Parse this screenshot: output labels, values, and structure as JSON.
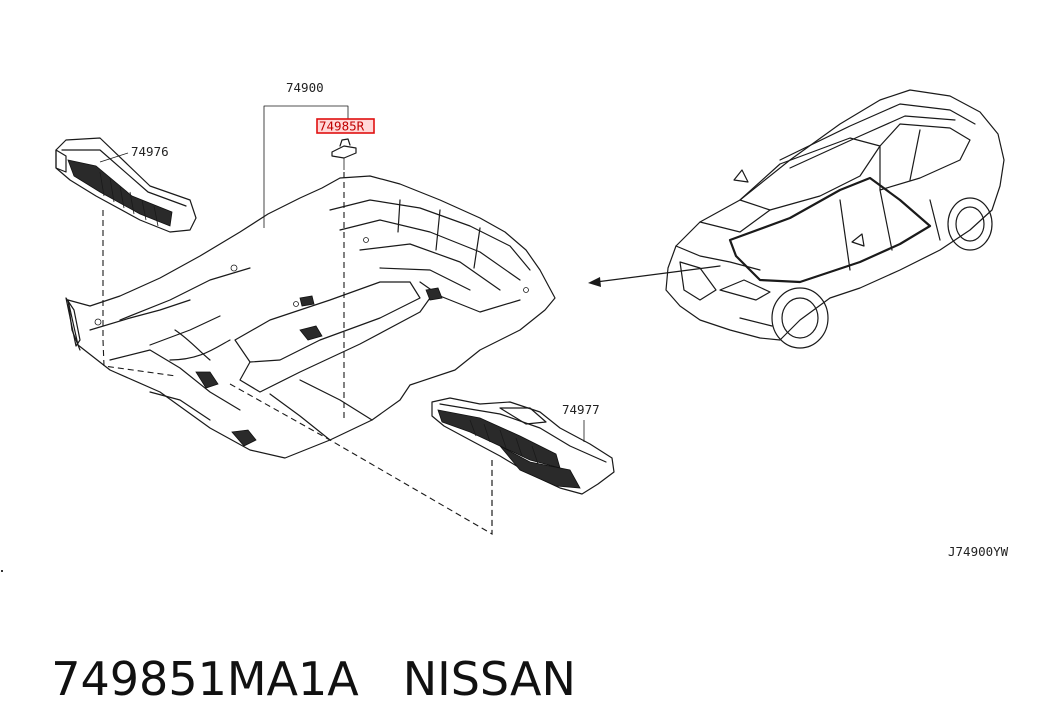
{
  "labels": {
    "assembly": "74900",
    "highlighted_part": "74985R",
    "left_part": "74976",
    "right_part": "74977",
    "drawing_code": "J74900YW"
  },
  "colors": {
    "highlight": "#e01010",
    "line": "#1a1a1a"
  },
  "caption": {
    "part_number": "749851MA1A",
    "brand": "NISSAN"
  }
}
